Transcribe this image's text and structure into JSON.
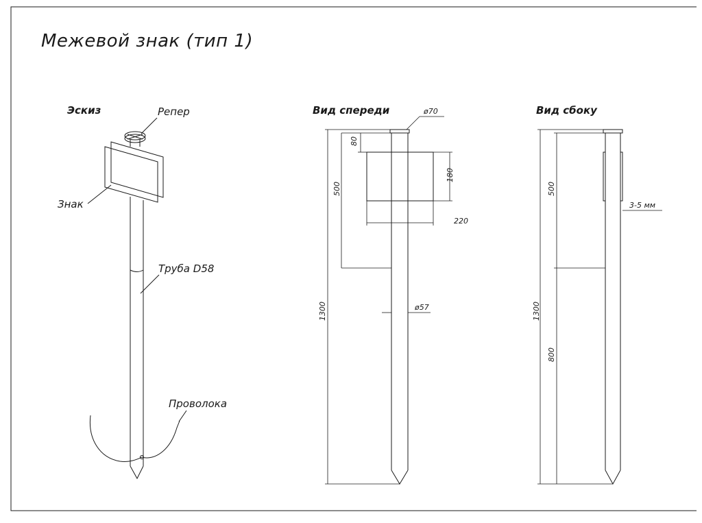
{
  "title": "Межевой знак (тип 1)",
  "sketch": {
    "heading": "Эскиз",
    "labels": {
      "reper": "Репер",
      "znak": "Знак",
      "pipe": "Труба D58",
      "wire": "Проволока"
    }
  },
  "front_view": {
    "heading": "Вид спереди",
    "dims": {
      "top_diameter": "ø70",
      "plate_offset": "80",
      "plate_depth": "500",
      "plate_height": "180",
      "plate_width": "220",
      "pipe_diameter": "ø57",
      "total_length": "1300"
    }
  },
  "side_view": {
    "heading": "Вид сбоку",
    "dims": {
      "plate_depth": "500",
      "plate_thickness": "3-5 мм",
      "total_length": "1300",
      "ground_part": "800"
    }
  }
}
